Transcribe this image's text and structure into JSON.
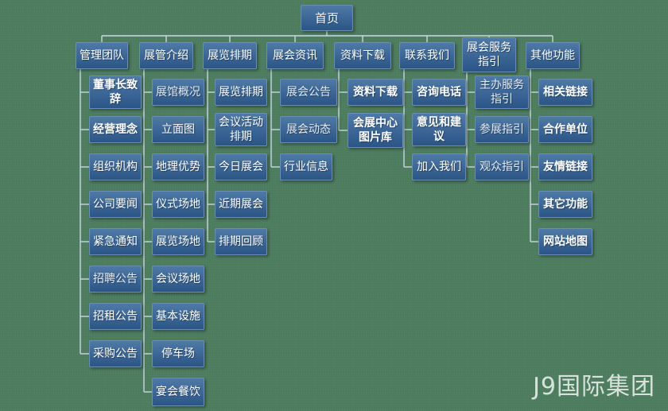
{
  "root": {
    "label": "首页"
  },
  "categories": [
    {
      "label": "管理团队",
      "items": [
        {
          "label": "董事长致辞"
        },
        {
          "label": "经营理念"
        },
        {
          "label": "组织机构"
        },
        {
          "label": "公司要闻"
        },
        {
          "label": "紧急通知"
        },
        {
          "label": "招聘公告"
        },
        {
          "label": "招租公告"
        },
        {
          "label": "采购公告"
        }
      ]
    },
    {
      "label": "展管介绍",
      "items": [
        {
          "label": "展馆概况"
        },
        {
          "label": "立面图"
        },
        {
          "label": "地理优势"
        },
        {
          "label": "仪式场地"
        },
        {
          "label": "展览场地"
        },
        {
          "label": "会议场地"
        },
        {
          "label": "基本设施"
        },
        {
          "label": "停车场"
        },
        {
          "label": "宴会餐饮"
        }
      ]
    },
    {
      "label": "展览排期",
      "items": [
        {
          "label": "展览排期"
        },
        {
          "label": "会议活动排期"
        },
        {
          "label": "今日展会"
        },
        {
          "label": "近期展会"
        },
        {
          "label": "排期回顾"
        }
      ]
    },
    {
      "label": "展会资讯",
      "items": [
        {
          "label": "展会公告"
        },
        {
          "label": "展会动态"
        },
        {
          "label": "行业信息"
        }
      ]
    },
    {
      "label": "资料下载",
      "items": [
        {
          "label": "资料下载"
        },
        {
          "label": "会展中心图片库"
        }
      ]
    },
    {
      "label": "联系我们",
      "items": [
        {
          "label": "咨询电话"
        },
        {
          "label": "意见和建议"
        },
        {
          "label": "加入我们"
        }
      ]
    },
    {
      "label": "展会服务指引",
      "items": [
        {
          "label": "主办服务指引"
        },
        {
          "label": "参展指引"
        },
        {
          "label": "观众指引"
        }
      ]
    },
    {
      "label": "其他功能",
      "items": [
        {
          "label": "相关链接"
        },
        {
          "label": "合作单位"
        },
        {
          "label": "友情链接"
        },
        {
          "label": "其它功能"
        },
        {
          "label": "网站地图"
        }
      ]
    }
  ],
  "watermark": "J9国际集团",
  "colors": {
    "background": "#4c7b5e",
    "box_top": "#4f79a6",
    "box_bottom": "#2b5586",
    "connector": "#c9d7e3"
  }
}
